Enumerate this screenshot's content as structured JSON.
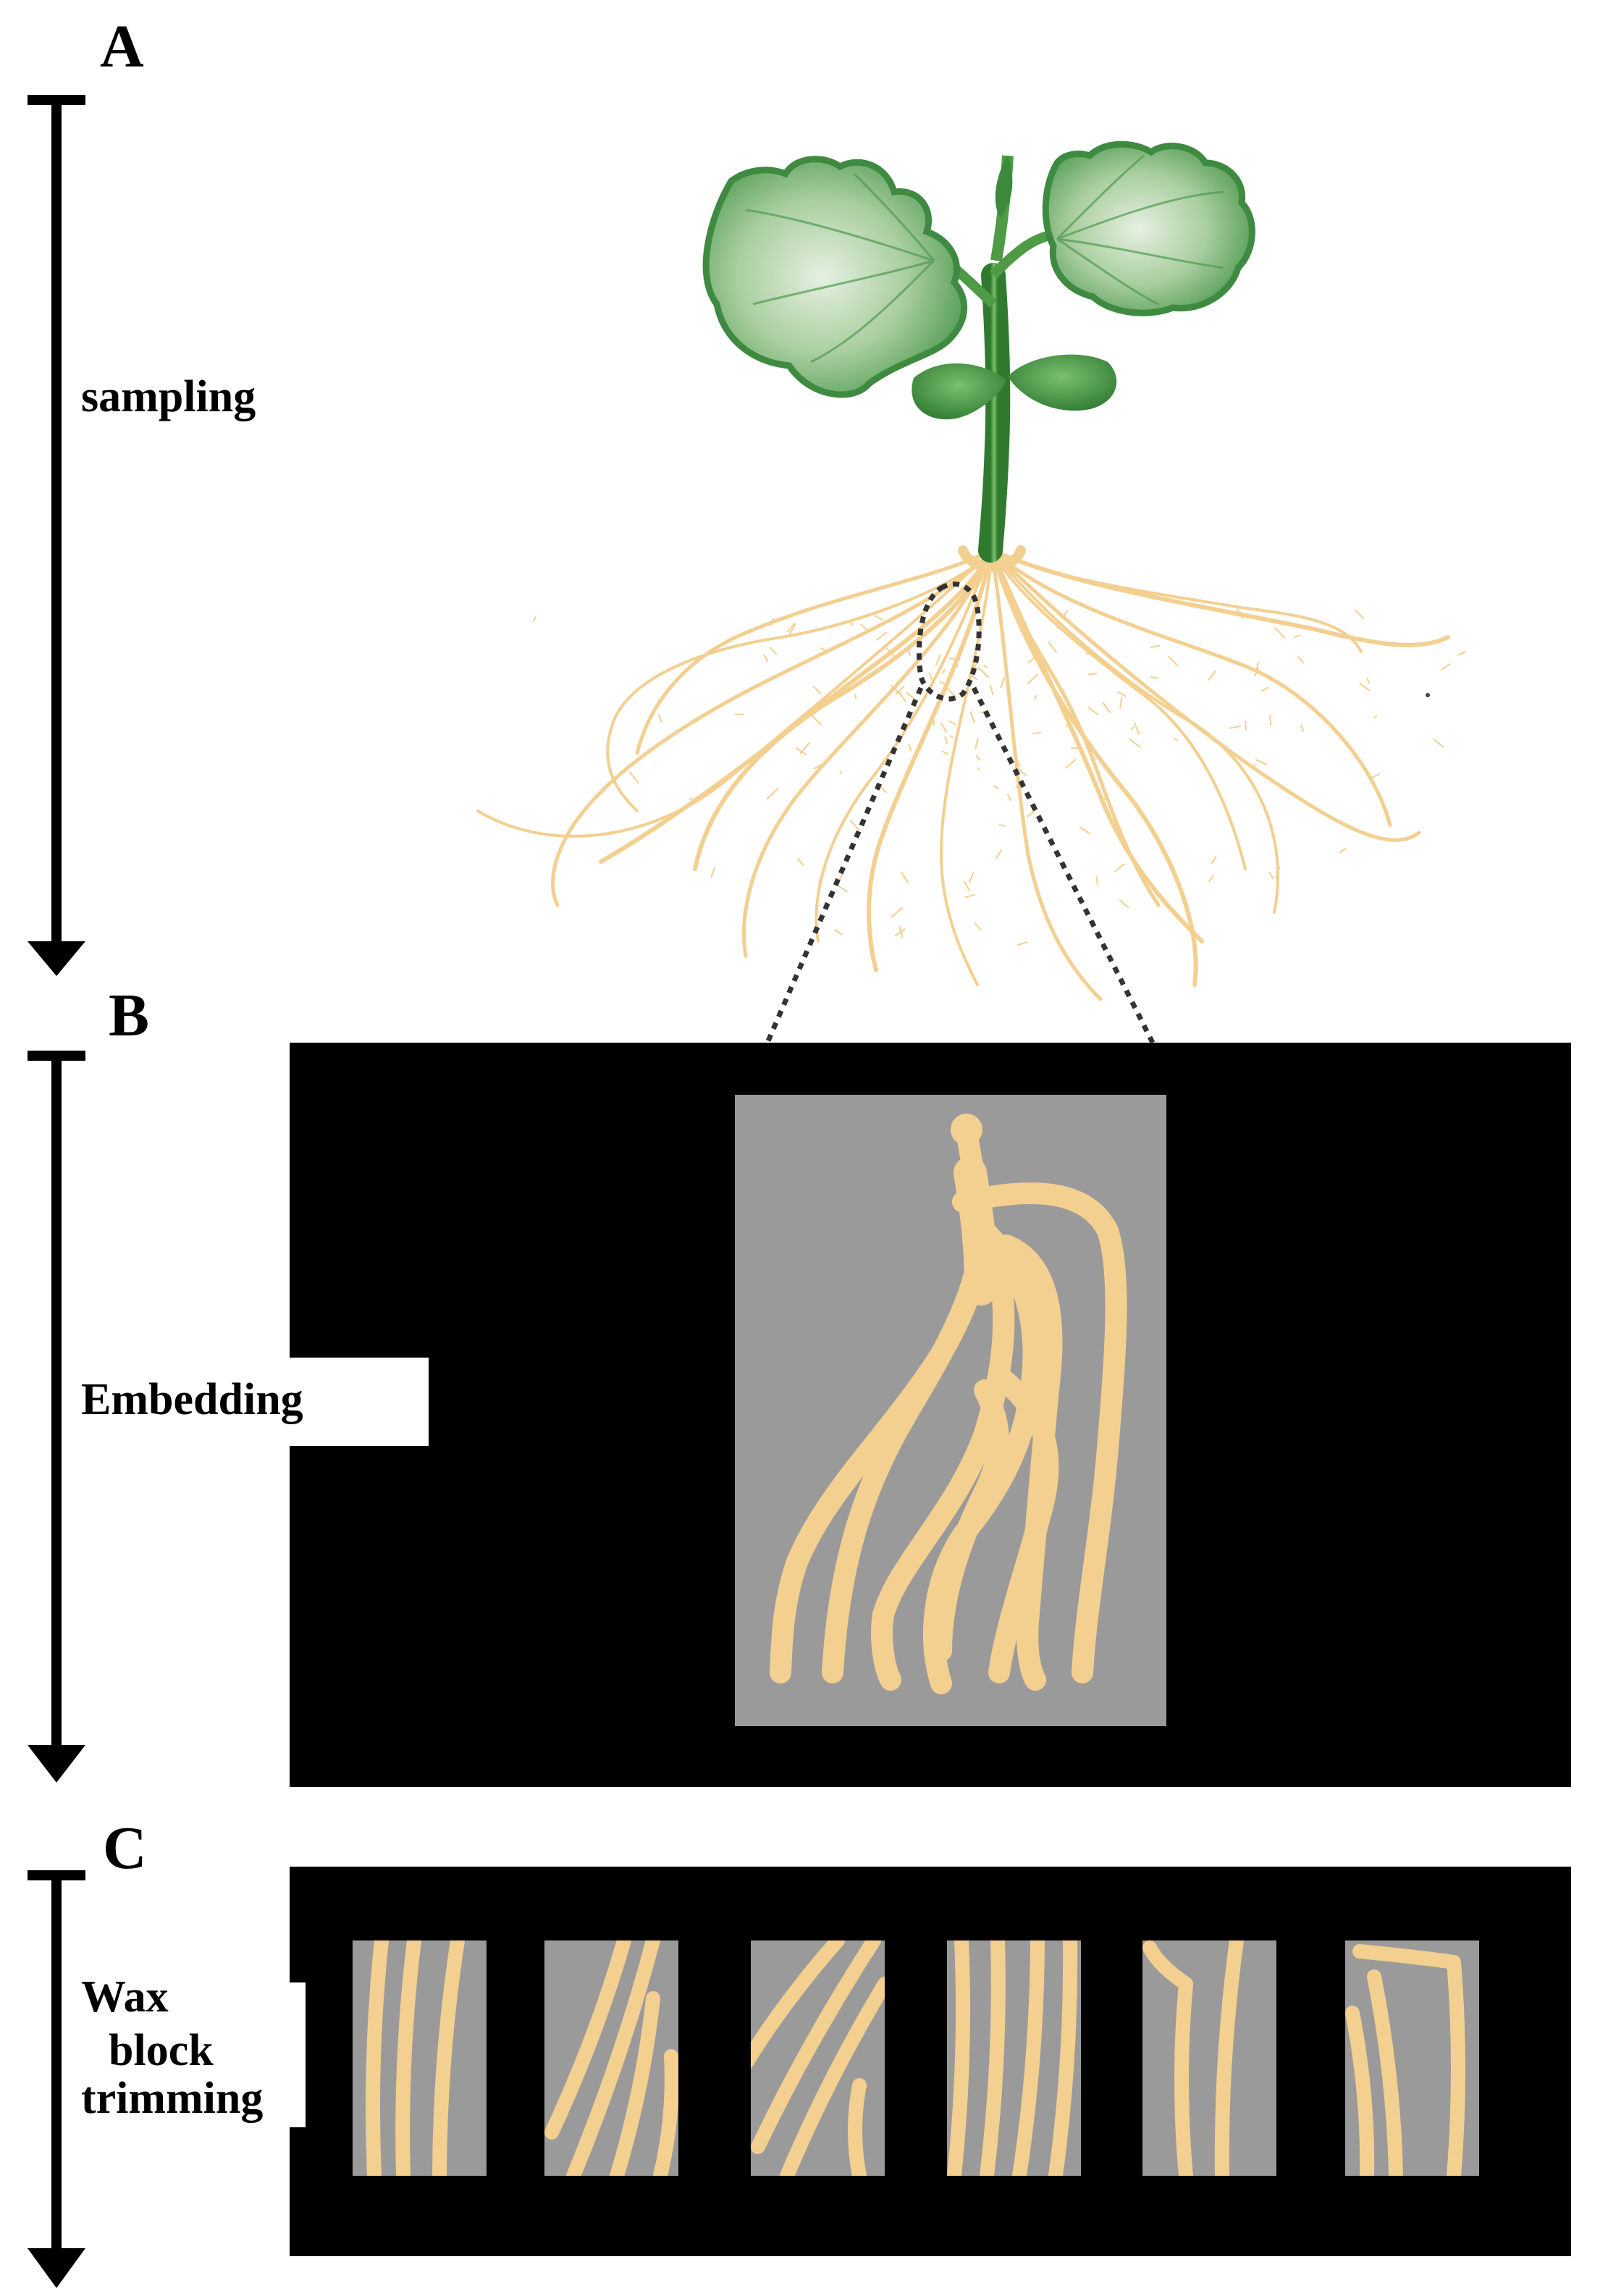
{
  "panels": {
    "a": {
      "letter": "A",
      "step": "sampling"
    },
    "b": {
      "letter": "B",
      "step": "Embedding"
    },
    "c": {
      "letter": "C",
      "step_lines": [
        "Wax",
        "block",
        "trimming"
      ]
    }
  },
  "colors": {
    "root": "#f3cf90",
    "leaf": "#5aa05e",
    "leaf_edge": "#3f8a41",
    "stem": "#4e9a45",
    "block": "#000000",
    "sample_bg": "#9a9a9a",
    "arrow": "#000000"
  }
}
